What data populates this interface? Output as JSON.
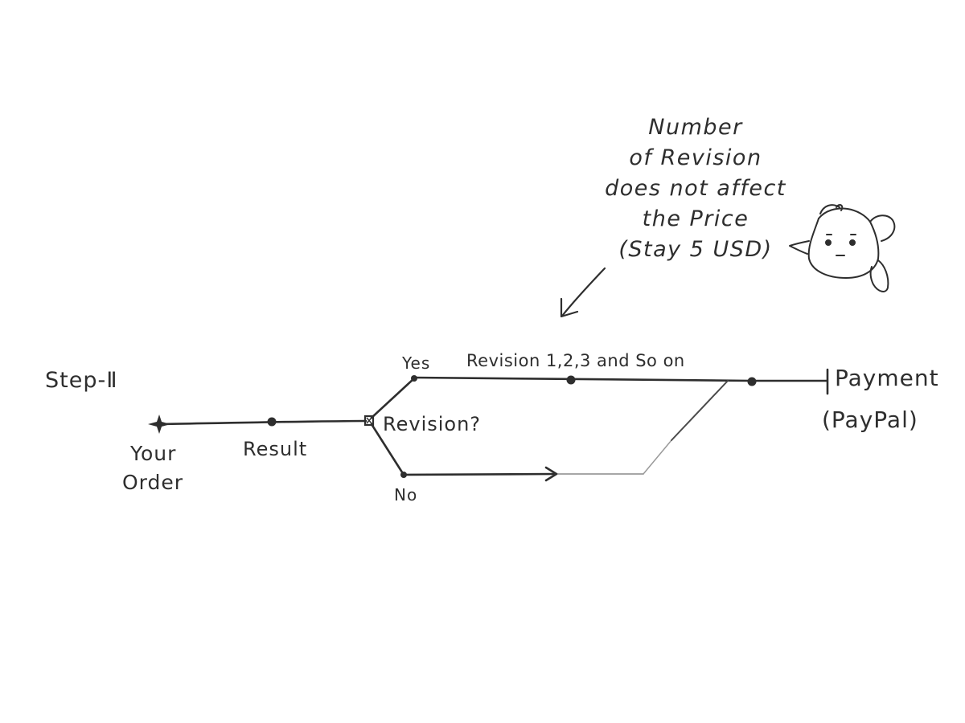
{
  "step_label": "Step-Ⅱ",
  "nodes": {
    "start_line1": "Your",
    "start_line2": "Order",
    "result": "Result",
    "decision": "Revision?",
    "payment": "Payment",
    "payment_method": "(PayPal)"
  },
  "branches": {
    "yes": "Yes",
    "no": "No",
    "yes_note": "Revision 1,2,3 and So on"
  },
  "note_lines": [
    "Number",
    "of Revision",
    "does not affect",
    "the Price",
    "(Stay  5 USD)"
  ],
  "ink_color": "#2e2e2e"
}
